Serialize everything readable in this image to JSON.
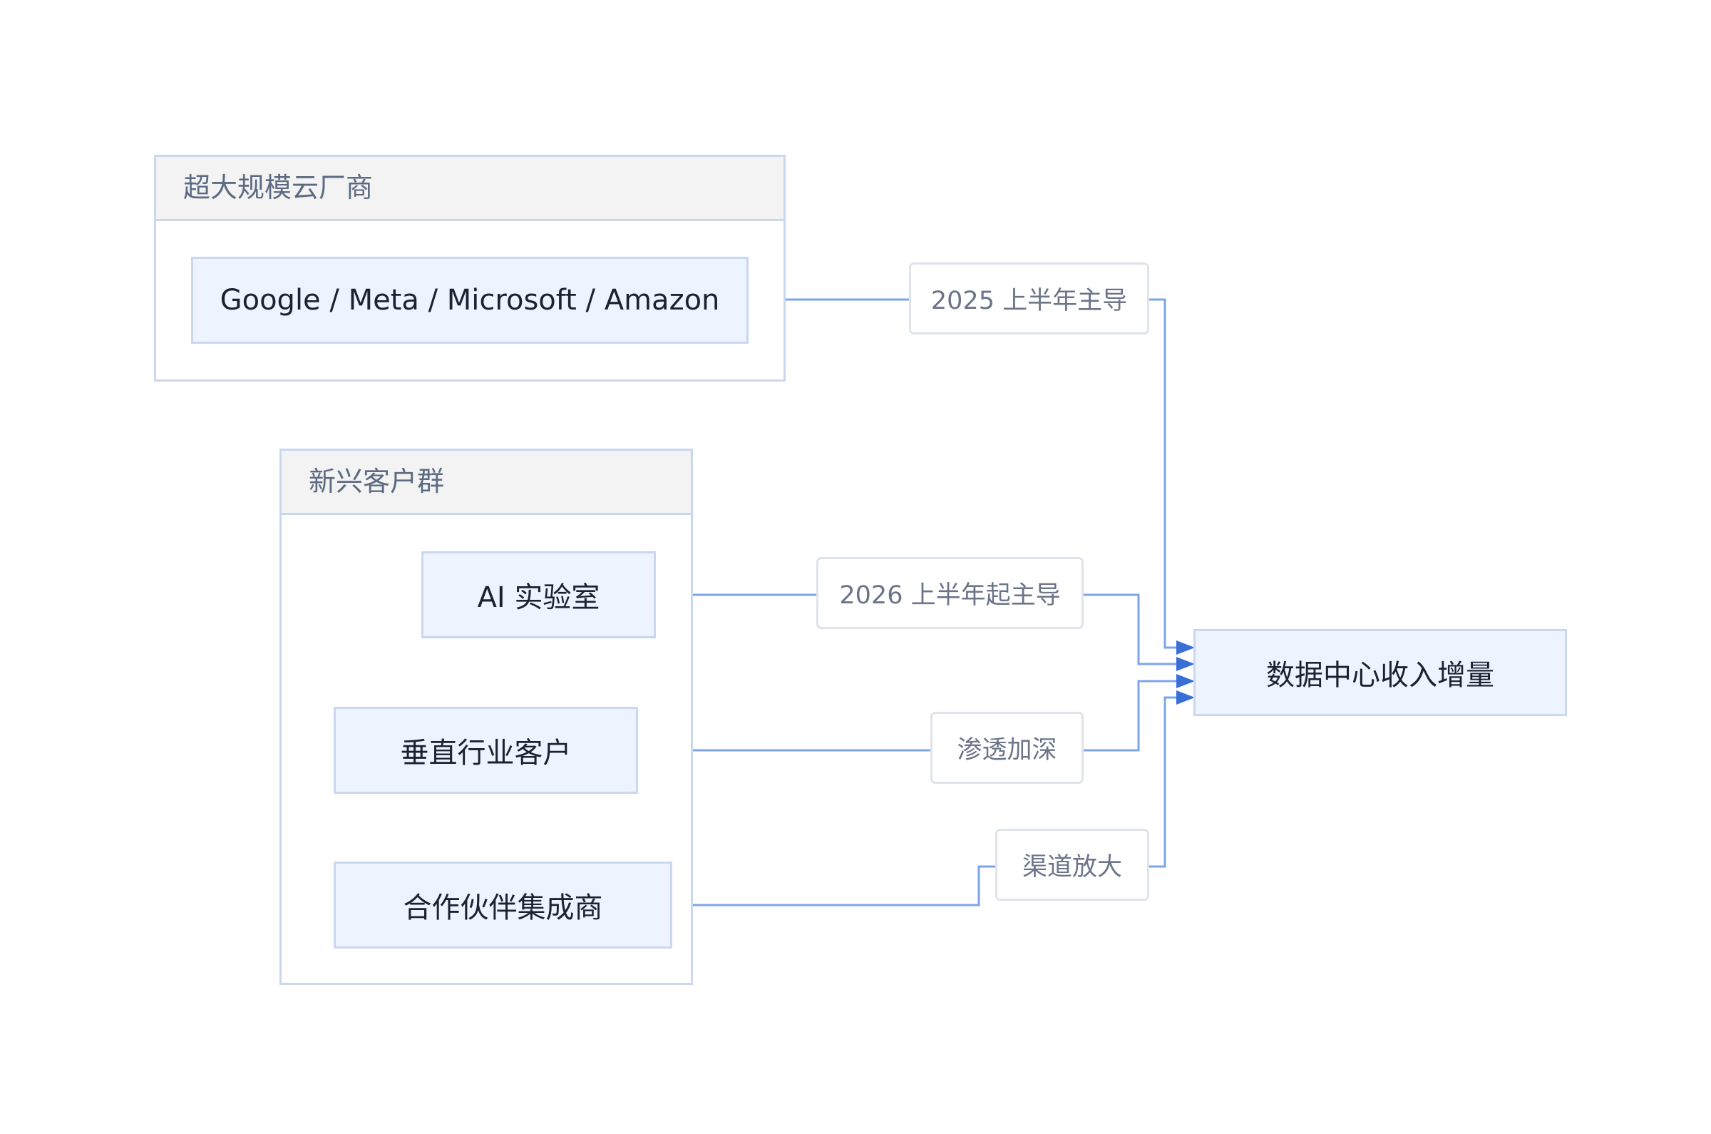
{
  "groups": {
    "hyperscalers": {
      "title": "超大规模云厂商",
      "node": "Google / Meta / Microsoft / Amazon"
    },
    "emerging": {
      "title": "新兴客户群",
      "nodes": [
        "AI 实验室",
        "垂直行业客户",
        "合作伙伴集成商"
      ]
    }
  },
  "target": "数据中心收入增量",
  "edge_labels": [
    "2025 上半年主导",
    "2026 上半年起主导",
    "渗透加深",
    "渠道放大"
  ],
  "colors": {
    "edge": "#7ea4e8",
    "arrow": "#3a6fd8",
    "node_fill": "#eef4ff",
    "border": "#c9d7ef",
    "header_fill": "#f3f3f3"
  }
}
